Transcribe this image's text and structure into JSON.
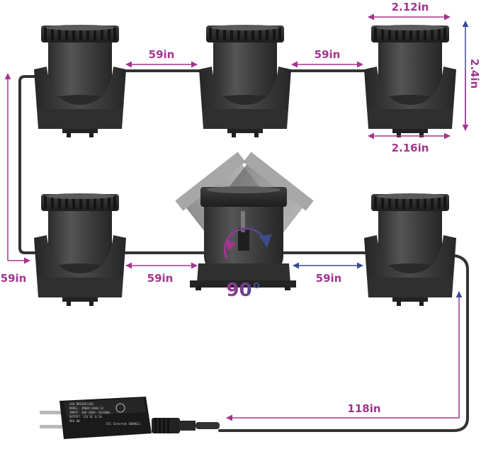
{
  "colors": {
    "purple": "#a3358f",
    "navy": "#3c4b8e",
    "light_body": "#4a4a4a",
    "dark_body": "#2e2e2e",
    "cable": "#333333",
    "background": "#ffffff"
  },
  "labels": {
    "spacing_top_1": "59in",
    "spacing_top_2": "59in",
    "spacing_bottom_1": "59in",
    "spacing_bottom_2": "59in",
    "spacing_vertical": "59in",
    "width_top": "2.12in",
    "width_bottom": "2.16in",
    "height": "2.4in",
    "rotation": "90°",
    "cable_lead": "118in"
  },
  "adapter": {
    "text_lines": [
      "LED DRIVER/LED",
      "MODEL: JM06P-0500-12",
      "INPUT: 100-240V~ 50/60Hz",
      "OUTPUT: 12V DC 0.5A",
      "MAX 6W",
      "ETL Intertek 5009611"
    ]
  },
  "spotlights": [
    {
      "id": "top-left"
    },
    {
      "id": "top-center"
    },
    {
      "id": "top-right"
    },
    {
      "id": "bottom-left"
    },
    {
      "id": "bottom-center-rotating"
    },
    {
      "id": "bottom-right"
    }
  ]
}
